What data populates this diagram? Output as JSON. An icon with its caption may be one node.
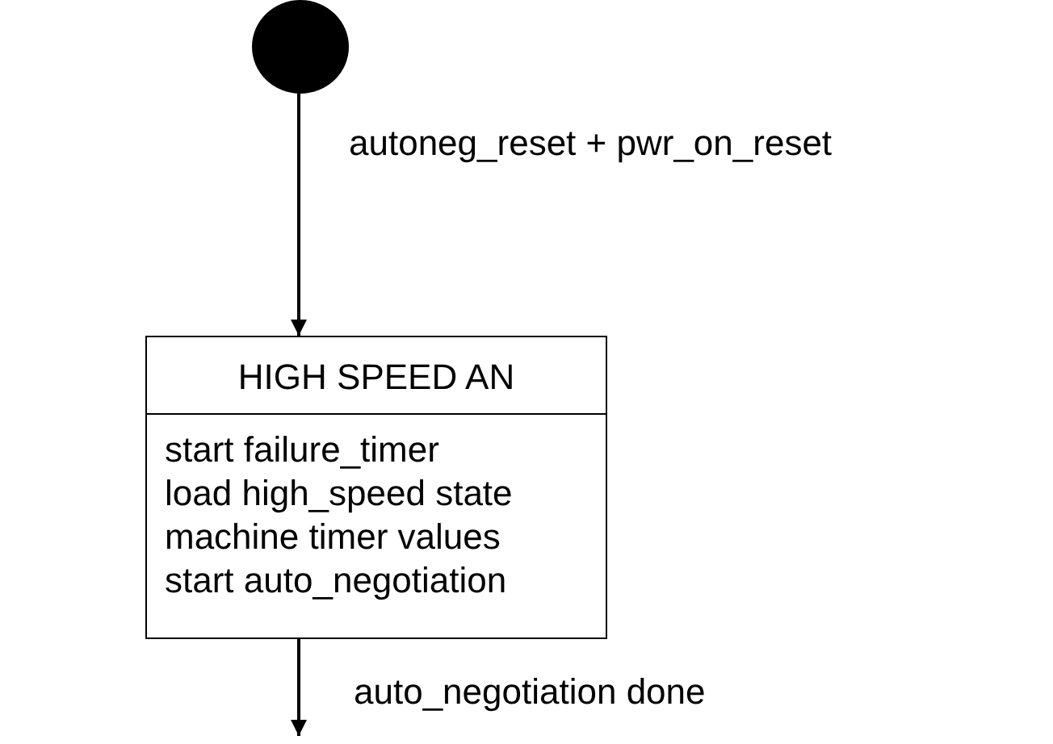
{
  "diagram": {
    "nodes": [
      {
        "text": [],
        "shape": "circle"
      },
      {
        "text": [
          "HIGH SPEED AN",
          "start failure_timer",
          "load high_speed state machine timer values",
          "start auto_negotiation"
        ]
      }
    ],
    "edges": [
      {
        "from": 0,
        "to": 1,
        "arrow": "to",
        "label": "autoneg_reset + pwr_on_reset"
      },
      {
        "from": 1,
        "to": null,
        "arrow": "to",
        "label": "auto_negotiation done"
      }
    ]
  }
}
